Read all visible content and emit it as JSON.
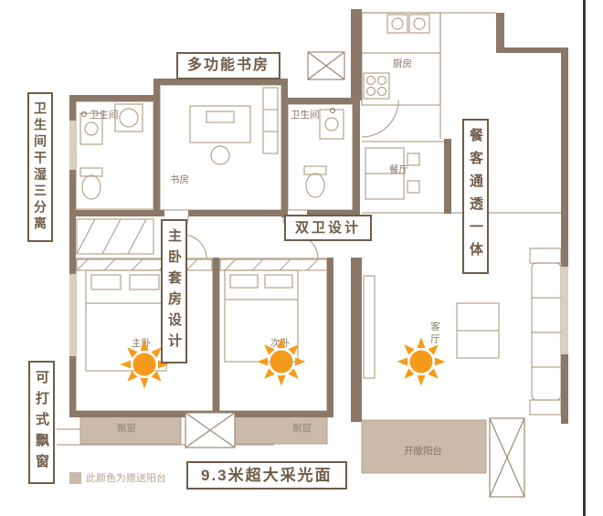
{
  "callouts": {
    "multifunction_study": "多功能书房",
    "bathroom_separation": "卫生间干湿三分离",
    "master_suite": "主卧套房设计",
    "double_bathroom": "双卫设计",
    "dining_living_open": "餐客通透一体",
    "openable_bay_window": "可打式飘窗",
    "daylight_face": "9.3米超大采光面"
  },
  "legend": {
    "label": "此颜色为赠送阳台",
    "swatch_color": "#c9baa9"
  },
  "rooms": {
    "bathroom_left": "卫生间",
    "bathroom_right": "卫生间",
    "study": "书房",
    "kitchen": "厨房",
    "dining": "餐厅",
    "living": "客厅",
    "master_bedroom": "主卧",
    "second_bedroom": "次卧",
    "bay_window_left": "飘窗",
    "bay_window_right": "飘窗",
    "balcony": "开敞阳台"
  },
  "colors": {
    "wall": "#8b7868",
    "gifted_area": "#c9baa9",
    "thin_line": "#b5a38d",
    "callout": "#6f5c49",
    "sun": "#f59b1c"
  }
}
